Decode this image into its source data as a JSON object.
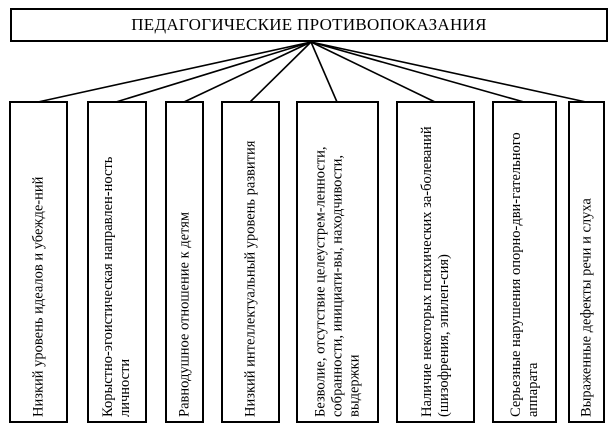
{
  "diagram": {
    "title": "ПЕДАГОГИЧЕСКИЕ ПРОТИВОПОКАЗАНИЯ",
    "items": [
      {
        "label": "Низкий уровень идеалов и убежде-ний"
      },
      {
        "label": "Корыстно-эгоистическая направлен-ность личности"
      },
      {
        "label": "Равнодушное отношение к детям"
      },
      {
        "label": "Низкий интеллектуальный уровень развития"
      },
      {
        "label": "Безволие, отсутствие целеустрем-ленности, собранности, инициати-вы, находчивости, выдержки"
      },
      {
        "label": "Наличие некоторых психических за-болеваний (шизофрения, эпилеп-сия)"
      },
      {
        "label": "Серьезные нарушения опорно-дви-гательного аппарата"
      },
      {
        "label": "Выраженные дефекты речи и слуха"
      }
    ]
  }
}
